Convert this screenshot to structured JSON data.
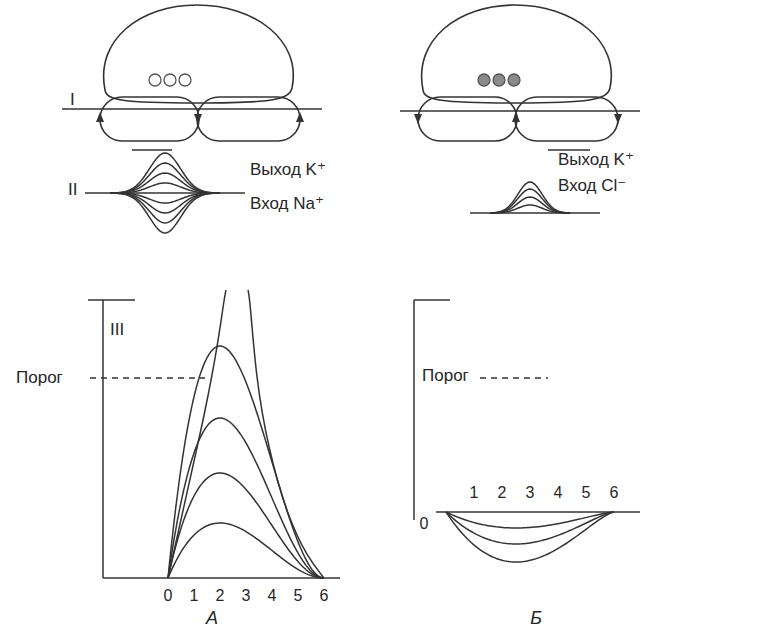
{
  "diagram": {
    "labels": [
      "I",
      "Выход K⁺",
      "Вход Na⁺",
      "Выход K⁺",
      "Вход Cl⁻",
      "II",
      "III",
      "Порог",
      "0",
      "1",
      "2",
      "3",
      "4",
      "5",
      "6",
      "А",
      "Порог",
      "0",
      "1",
      "2",
      "3",
      "4",
      "5",
      "6",
      "Б"
    ]
  }
}
